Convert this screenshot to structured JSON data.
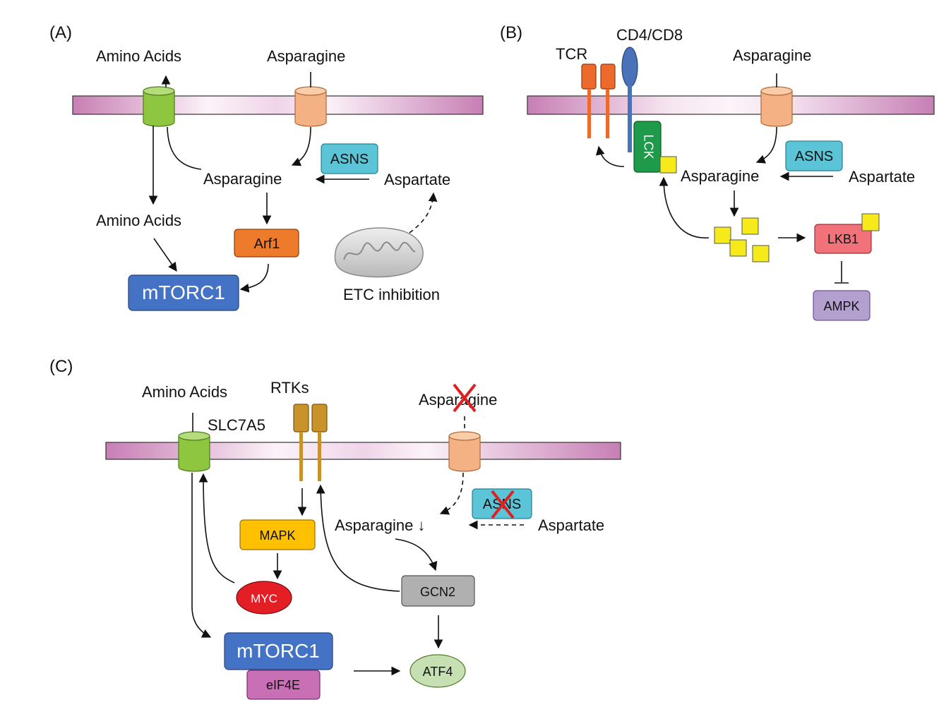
{
  "panels": {
    "a": "(A)",
    "b": "(B)",
    "c": "(C)"
  },
  "panel_a": {
    "amino_acids_top": "Amino Acids",
    "asparagine_top": "Asparagine",
    "asns": "ASNS",
    "asparagine_mid": "Asparagine",
    "aspartate": "Aspartate",
    "amino_acids_mid": "Amino Acids",
    "arf1": "Arf1",
    "mtorc1": "mTORC1",
    "etc_inhibition": "ETC inhibition"
  },
  "panel_b": {
    "tcr": "TCR",
    "cd4_cd8": "CD4/CD8",
    "asparagine_top": "Asparagine",
    "lck": "LCK",
    "asns": "ASNS",
    "asparagine_mid": "Asparagine",
    "aspartate": "Aspartate",
    "lkb1": "LKB1",
    "ampk": "AMPK"
  },
  "panel_c": {
    "amino_acids": "Amino Acids",
    "rtks": "RTKs",
    "asparagine_top": "Asparagine",
    "slc7a5": "SLC7A5",
    "asns": "ASNS",
    "asparagine_mid": "Asparagine ↓",
    "aspartate": "Aspartate",
    "mapk": "MAPK",
    "myc": "MYC",
    "gcn2": "GCN2",
    "mtorc1": "mTORC1",
    "eif4e": "eIF4E",
    "atf4": "ATF4"
  },
  "colors": {
    "membrane": "#c77fb4",
    "transporter_green": "#8fc640",
    "transporter_peach": "#f4b183",
    "asns_cyan": "#5bc4d6",
    "arf1_orange": "#ee7a2c",
    "mtorc1_blue": "#4472c4",
    "tcr_orange": "#ee6a2c",
    "cd4_blue": "#4a72b8",
    "lck_green": "#1f9a4a",
    "phospho_yellow": "#f7ea1a",
    "lkb1_pink": "#f2727a",
    "ampk_purple": "#b4a0cf",
    "rtk_gold": "#c8932a",
    "mapk_yellow": "#ffc000",
    "myc_red": "#e31e24",
    "gcn2_gray": "#b0b0b0",
    "eif4e_magenta": "#c86fb5",
    "atf4_green": "#c6e0b4",
    "cross_red": "#e02020"
  }
}
